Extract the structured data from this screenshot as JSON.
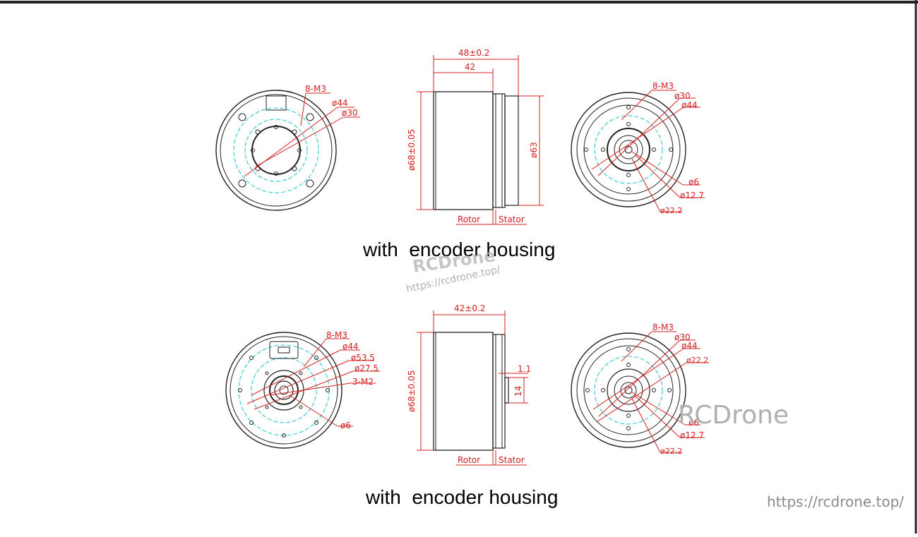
{
  "top_row": {
    "caption": "with  encoder housing",
    "left_view": {
      "labels": [
        "8-M3",
        "ø44",
        "ø30"
      ]
    },
    "side_view": {
      "overall_length": "48±0.2",
      "body_length": "42",
      "outer_diameter": "ø68±0.05",
      "step_diameter": "ø63",
      "rotor_label": "Rotor",
      "stator_label": "Stator"
    },
    "right_view": {
      "labels": [
        "8-M3",
        "ø30",
        "ø44",
        "ø6",
        "ø12.7",
        "ø22.2"
      ]
    }
  },
  "bottom_row": {
    "caption": "with  encoder housing",
    "left_view": {
      "labels": [
        "8-M3",
        "ø44",
        "ø53.5",
        "ø27.5",
        "3-M2",
        "ø6"
      ]
    },
    "side_view": {
      "overall_length": "42±0.2",
      "outer_diameter": "ø68±0.05",
      "shaft_step": "1.1",
      "shaft_diameter": "14",
      "rotor_label": "Rotor",
      "stator_label": "Stator"
    },
    "right_view": {
      "labels": [
        "8-M3",
        "ø30",
        "ø44",
        "ø22.2",
        "ø6",
        "ø12.7",
        "ø22.2"
      ]
    }
  },
  "watermarks": {
    "center_brand": "RCDrone",
    "center_url": "https://rcdrone.top/",
    "right_brand": "RCDrone",
    "corner_url": "https://rcdrone.top/"
  },
  "colors": {
    "line": "#2a2a2a",
    "dimension": "#d42020",
    "centerline": "#19c4d2",
    "watermark": "#b4b4b4"
  }
}
